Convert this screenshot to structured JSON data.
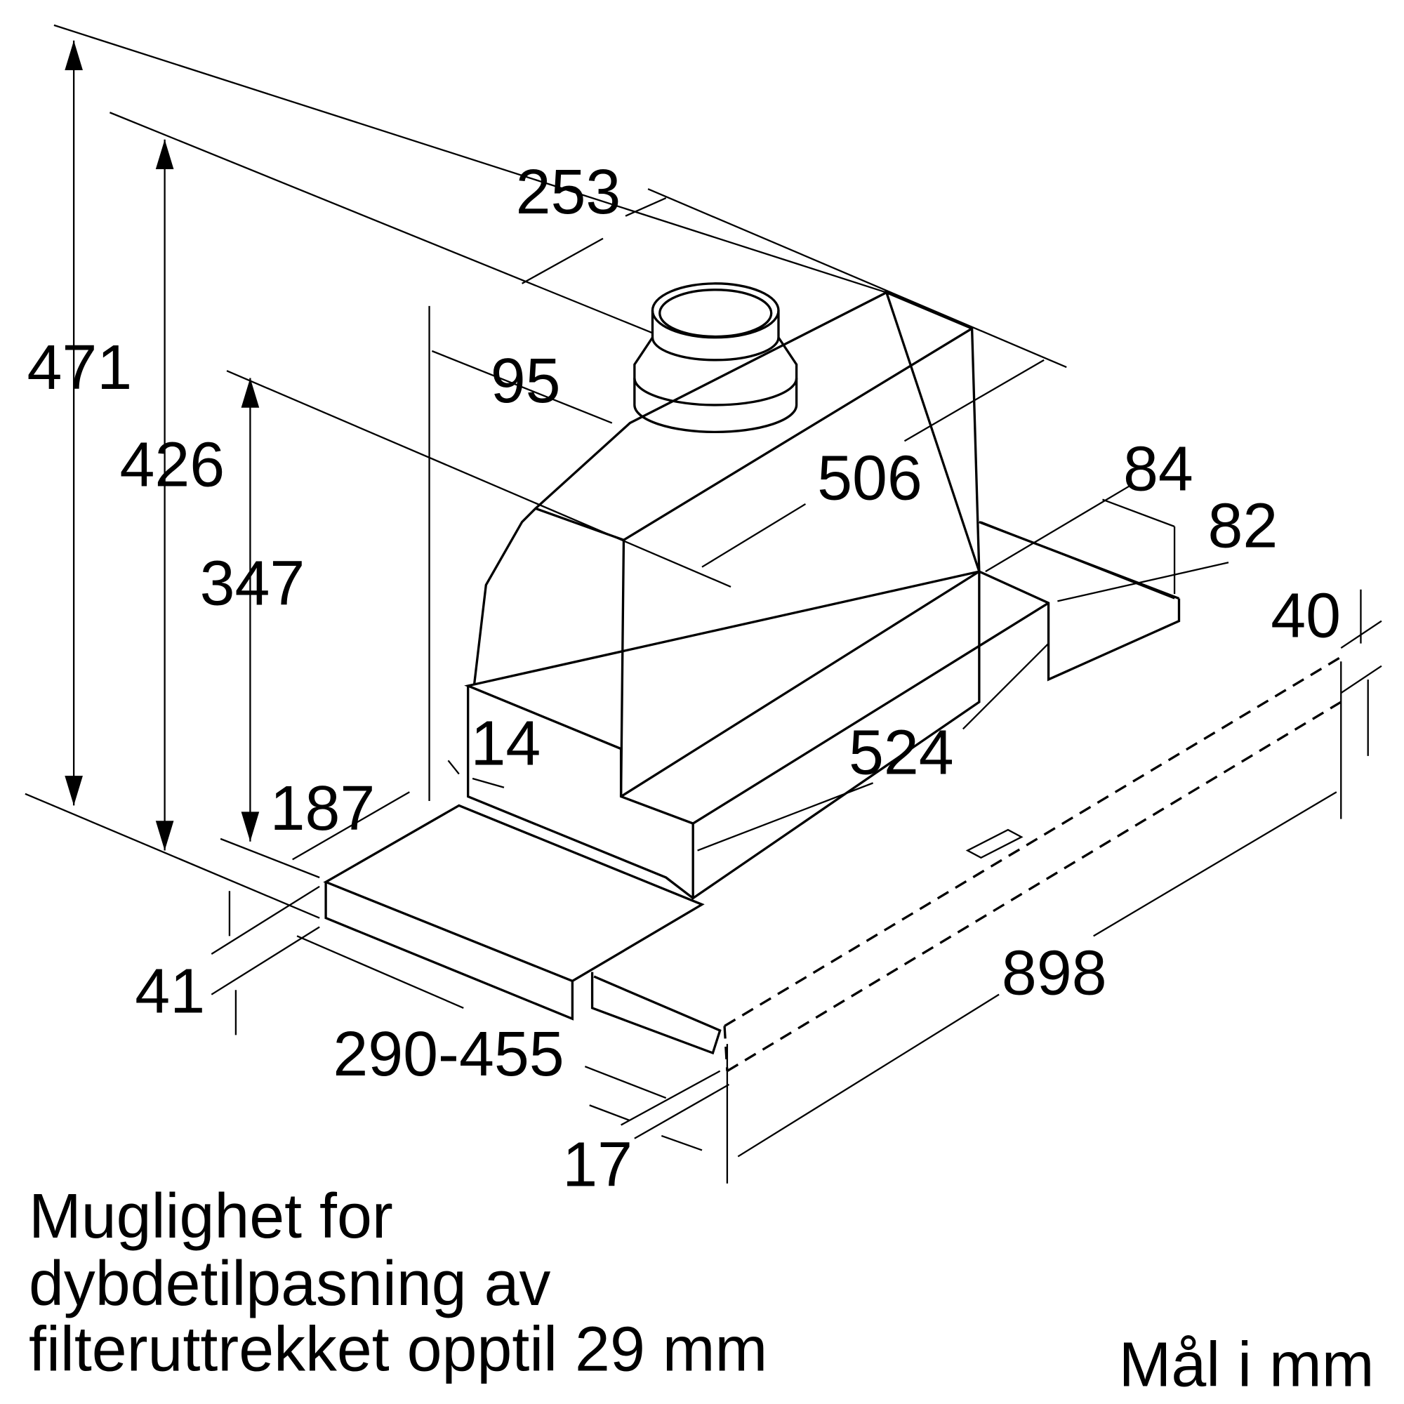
{
  "dimensions": {
    "d471": "471",
    "d426": "426",
    "d347": "347",
    "d253": "253",
    "d95": "95",
    "d506": "506",
    "d84": "84",
    "d82": "82",
    "d40": "40",
    "d14": "14",
    "d187": "187",
    "d524": "524",
    "d41": "41",
    "d290_455": "290-455",
    "d898": "898",
    "d17": "17"
  },
  "note": {
    "line1": "Muglighet for",
    "line2": "dybdetilpasning av",
    "line3": "filteruttrekket opptil 29 mm"
  },
  "units_label": "Mål i mm"
}
